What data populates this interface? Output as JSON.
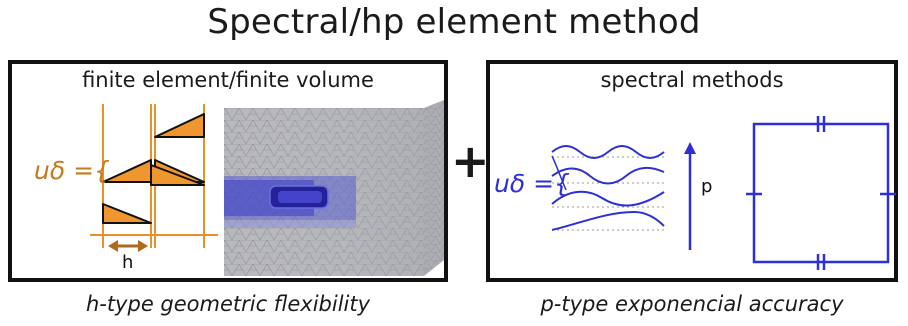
{
  "title": "Spectral/hp element method",
  "left_panel": {
    "title": "finite element/finite volume",
    "u_label": "uδ ={",
    "h_label": "h",
    "caption": "h-type geometric flexibility"
  },
  "plus_sign": "+",
  "right_panel": {
    "title": "spectral methods",
    "u_label": "uδ ={",
    "p_label": "p",
    "caption": "p-type exponencial accuracy"
  },
  "colors": {
    "orange": "#e8902a",
    "orange_text": "#c67a1c",
    "blue": "#2f2fd8",
    "mesh_gray": "#a9aab0"
  }
}
